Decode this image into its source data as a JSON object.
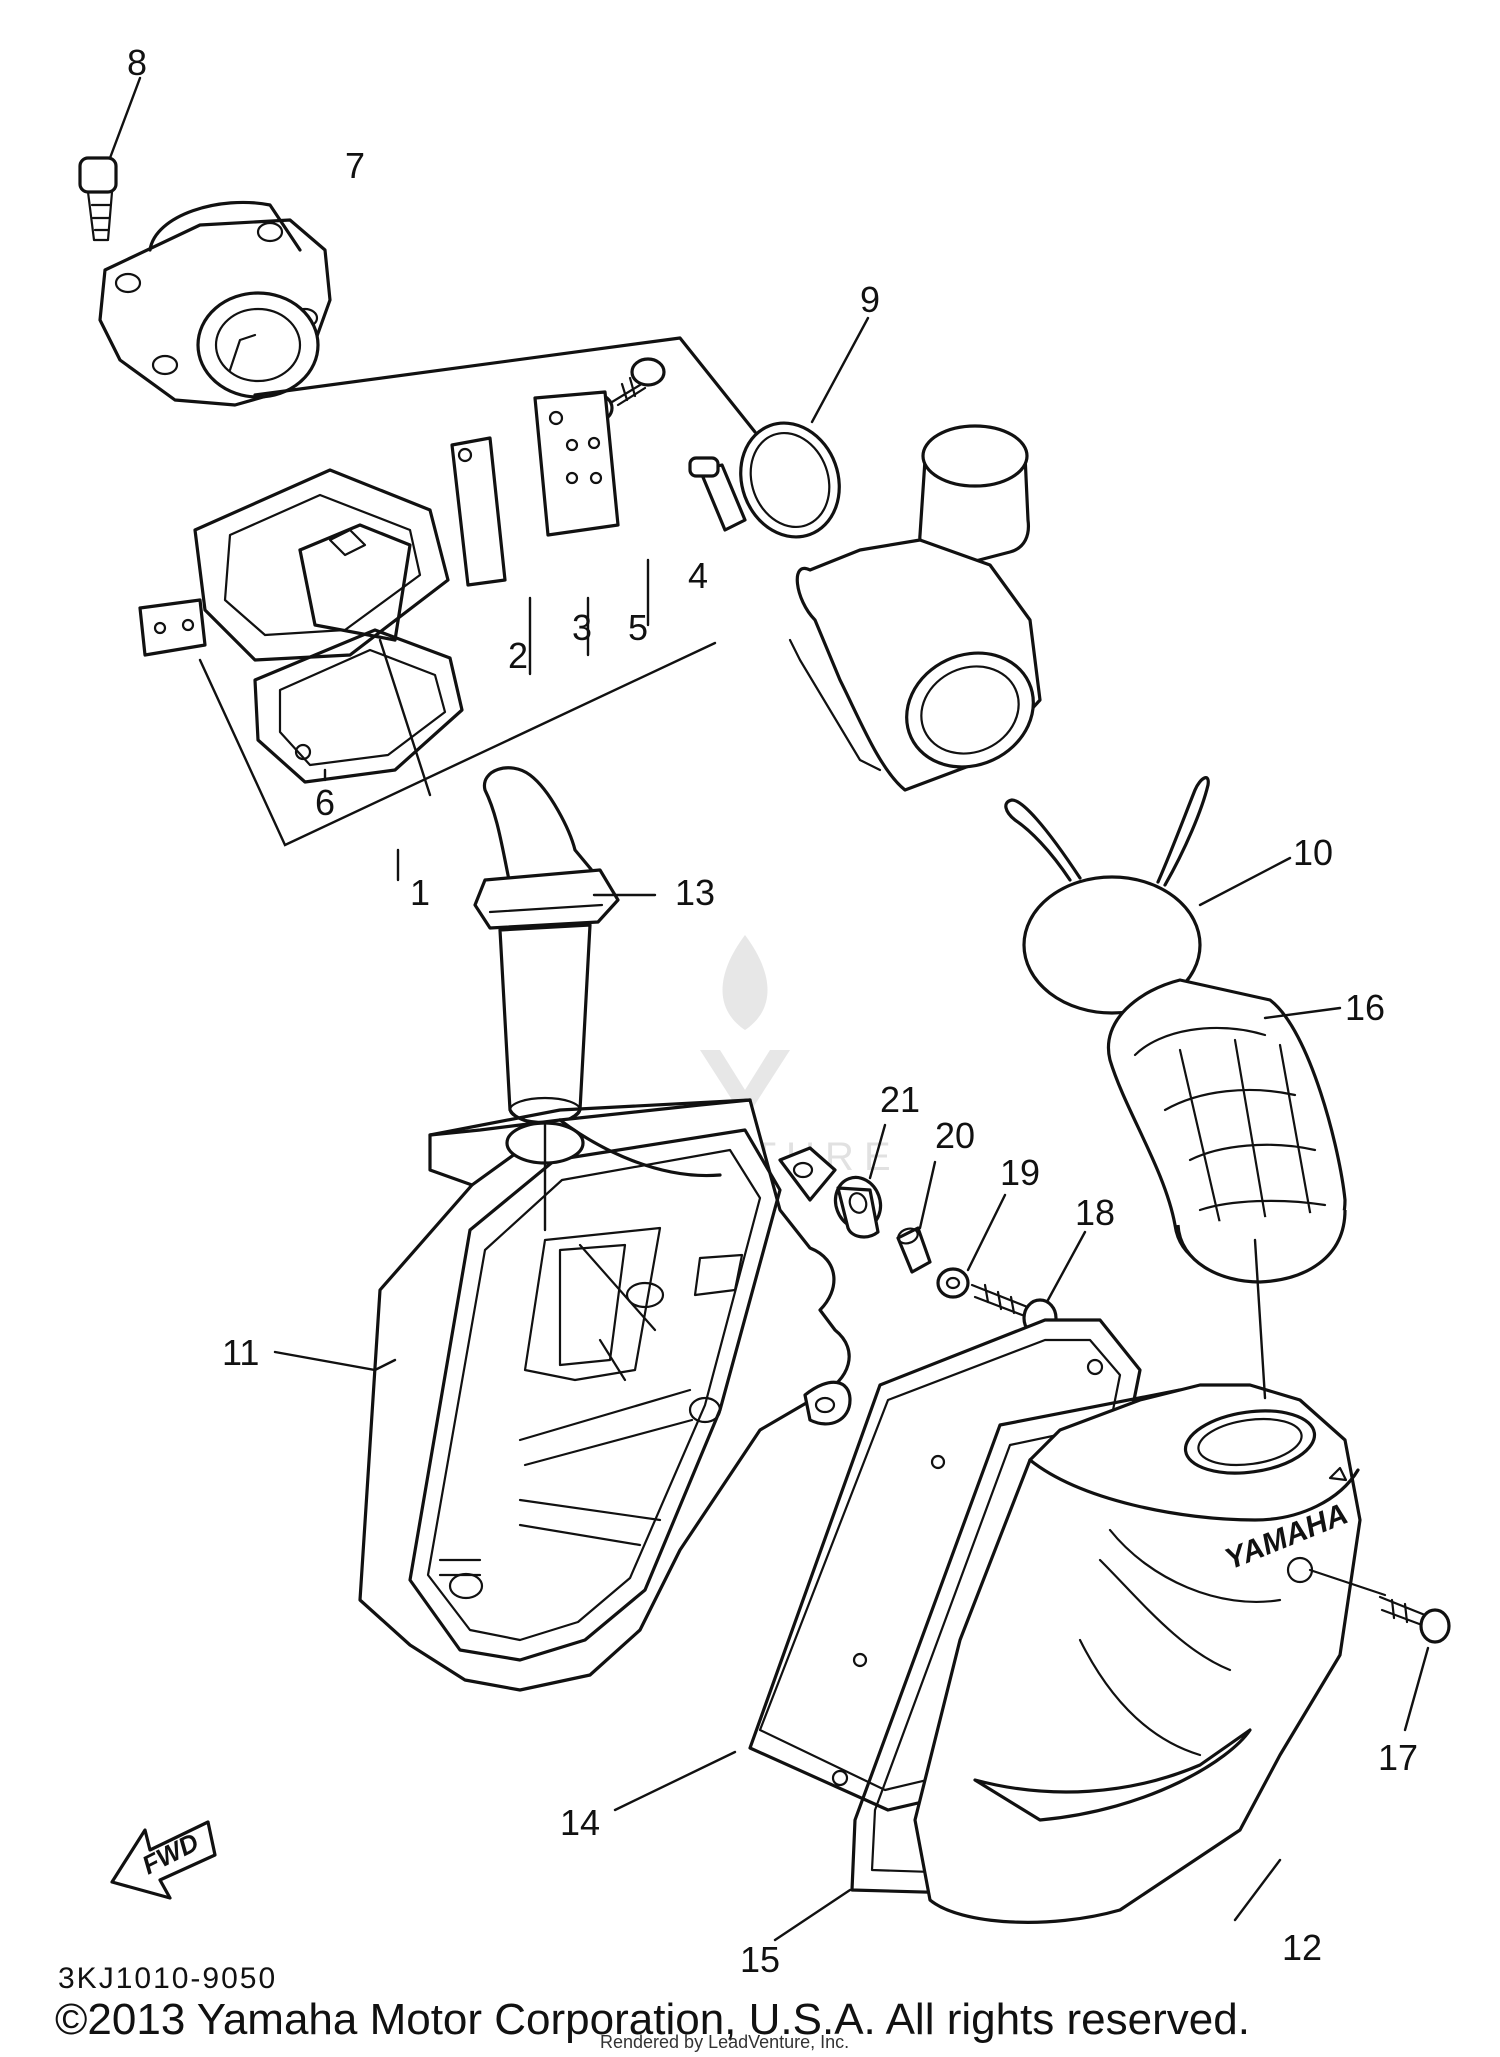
{
  "callouts": [
    "1",
    "2",
    "3",
    "4",
    "5",
    "6",
    "7",
    "8",
    "9",
    "10",
    "11",
    "12",
    "13",
    "14",
    "15",
    "16",
    "17",
    "18",
    "19",
    "20",
    "21"
  ],
  "fwd_label": "FWD",
  "brand_label": "YAMAHA",
  "watermark_text": "LEADVENTURE",
  "diagram_code": "3KJ1010-9050",
  "copyright": "©2013 Yamaha Motor Corporation, U.S.A. All rights reserved.",
  "rendered_by": "Rendered by LeadVenture, Inc."
}
